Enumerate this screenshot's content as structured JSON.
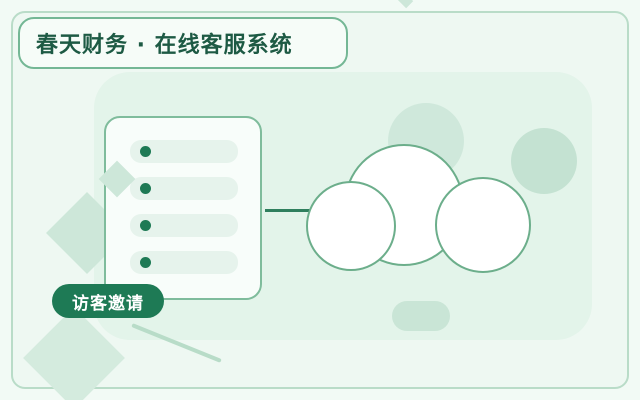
{
  "header": {
    "title": "春天财务 · 在线客服系统"
  },
  "list_card": {
    "items": [
      {
        "id": 1
      },
      {
        "id": 2
      },
      {
        "id": 3
      },
      {
        "id": 4
      }
    ]
  },
  "invite": {
    "label": "访客邀请"
  },
  "colors": {
    "accent": "#1e7a55",
    "border": "#74b795",
    "panel": "#e3f4ea",
    "background": "#f2faf5"
  },
  "icons": {
    "chat_cloud": "cloud-icon",
    "list": "list-icon"
  }
}
